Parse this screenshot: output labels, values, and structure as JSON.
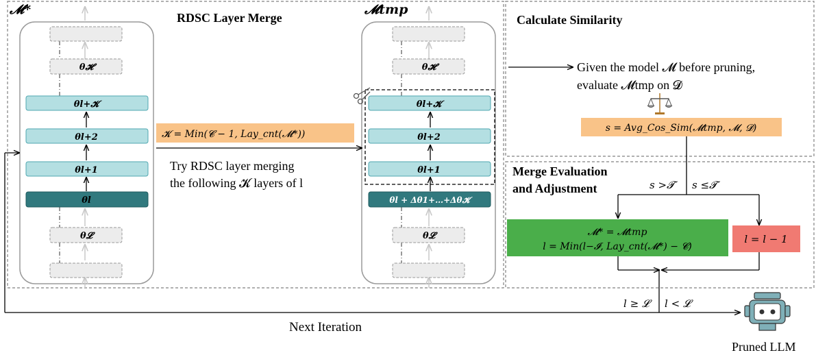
{
  "panels": {
    "merge_title": "RDSC Layer Merge",
    "similarity_title": "Calculate Similarity",
    "evaluation_title_1": "Merge Evaluation",
    "evaluation_title_2": "and Adjustment"
  },
  "labels": {
    "model_star": "𝓜*",
    "model_tmp": "𝓜tmp"
  },
  "layers": {
    "left": {
      "H": "θ𝓗",
      "lK": "θl+𝓚",
      "l2": "θl+2",
      "l1": "θl+1",
      "l": "θl",
      "L": "θ𝓛"
    },
    "right": {
      "H": "θ𝓗",
      "lK": "θl+𝓚",
      "l2": "θl+2",
      "l1": "θl+1",
      "merged": "θl + Δθ1+…+Δθ𝓚",
      "L": "θ𝓛"
    }
  },
  "formulas": {
    "k": "𝓚 = Min(𝓒 − 1, Lay_cnt(𝓜*))",
    "similarity": "s = Avg_Cos_Sim(𝓜tmp, 𝓜, 𝓓)",
    "accept_1": "𝓜* = 𝓜tmp",
    "accept_2": "l = Min(l−𝓘, Lay_cnt(𝓜*) − 𝓒)",
    "reject": "l = l − 1"
  },
  "conditions": {
    "greater": "s >𝓣",
    "less_equal": "s ≤𝓣",
    "loop_continue": "l ≥ 𝓛",
    "loop_stop": "l < 𝓛"
  },
  "captions": {
    "merge_1": "Try RDSC layer merging",
    "merge_2": "the following 𝓚 layers of l",
    "given_1": "Given the model 𝓜  before pruning,",
    "given_2": "evaluate 𝓜tmp on 𝓓",
    "next_iteration": "Next Iteration",
    "pruned_llm": "Pruned LLM"
  },
  "colors": {
    "layer_light": "#b4dfe2",
    "layer_dark": "#31797e",
    "formula_orange": "#f9c388",
    "accept_green": "#4aae4a",
    "reject_red": "#f07a72"
  },
  "icons": [
    "scissors-icon",
    "balance-icon",
    "robot-icon"
  ]
}
